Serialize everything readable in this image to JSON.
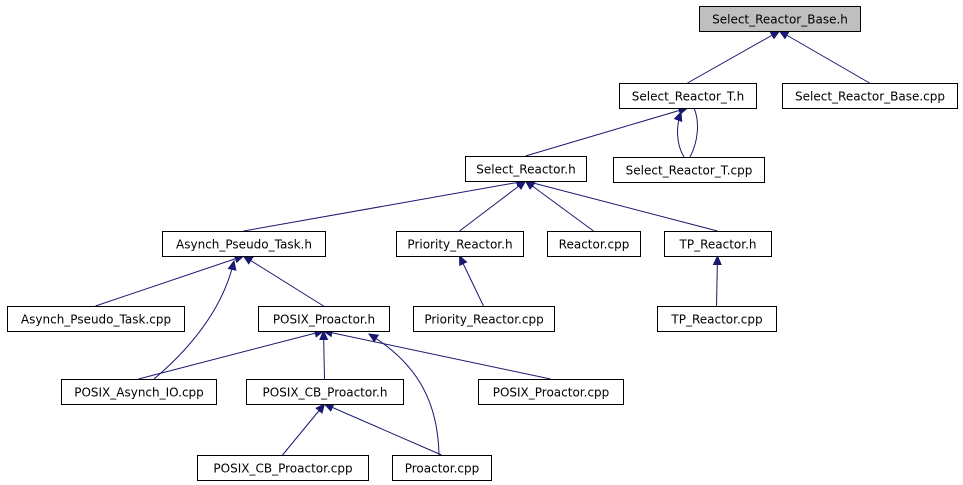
{
  "graph": {
    "edge_color": "#191970",
    "root_fill": "#bfbfbf",
    "nodes": [
      {
        "id": "select_reactor_base_h",
        "label": "Select_Reactor_Base.h",
        "root": true
      },
      {
        "id": "select_reactor_t_h",
        "label": "Select_Reactor_T.h"
      },
      {
        "id": "select_reactor_base_cpp",
        "label": "Select_Reactor_Base.cpp"
      },
      {
        "id": "select_reactor_h",
        "label": "Select_Reactor.h"
      },
      {
        "id": "select_reactor_t_cpp",
        "label": "Select_Reactor_T.cpp"
      },
      {
        "id": "asynch_pseudo_task_h",
        "label": "Asynch_Pseudo_Task.h"
      },
      {
        "id": "priority_reactor_h",
        "label": "Priority_Reactor.h"
      },
      {
        "id": "reactor_cpp",
        "label": "Reactor.cpp"
      },
      {
        "id": "tp_reactor_h",
        "label": "TP_Reactor.h"
      },
      {
        "id": "asynch_pseudo_task_cpp",
        "label": "Asynch_Pseudo_Task.cpp"
      },
      {
        "id": "posix_proactor_h",
        "label": "POSIX_Proactor.h"
      },
      {
        "id": "priority_reactor_cpp",
        "label": "Priority_Reactor.cpp"
      },
      {
        "id": "tp_reactor_cpp",
        "label": "TP_Reactor.cpp"
      },
      {
        "id": "posix_asynch_io_cpp",
        "label": "POSIX_Asynch_IO.cpp"
      },
      {
        "id": "posix_cb_proactor_h",
        "label": "POSIX_CB_Proactor.h"
      },
      {
        "id": "posix_proactor_cpp",
        "label": "POSIX_Proactor.cpp"
      },
      {
        "id": "posix_cb_proactor_cpp",
        "label": "POSIX_CB_Proactor.cpp"
      },
      {
        "id": "proactor_cpp",
        "label": "Proactor.cpp"
      }
    ],
    "edges": [
      {
        "from": "select_reactor_t_h",
        "to": "select_reactor_base_h"
      },
      {
        "from": "select_reactor_base_cpp",
        "to": "select_reactor_base_h"
      },
      {
        "from": "select_reactor_h",
        "to": "select_reactor_t_h"
      },
      {
        "from": "select_reactor_t_cpp",
        "to": "select_reactor_t_h"
      },
      {
        "from": "select_reactor_t_h",
        "to": "select_reactor_t_cpp",
        "no_arrow": true
      },
      {
        "from": "asynch_pseudo_task_h",
        "to": "select_reactor_h"
      },
      {
        "from": "priority_reactor_h",
        "to": "select_reactor_h"
      },
      {
        "from": "reactor_cpp",
        "to": "select_reactor_h"
      },
      {
        "from": "tp_reactor_h",
        "to": "select_reactor_h"
      },
      {
        "from": "asynch_pseudo_task_cpp",
        "to": "asynch_pseudo_task_h"
      },
      {
        "from": "posix_asynch_io_cpp",
        "to": "asynch_pseudo_task_h"
      },
      {
        "from": "posix_proactor_h",
        "to": "asynch_pseudo_task_h"
      },
      {
        "from": "priority_reactor_cpp",
        "to": "priority_reactor_h"
      },
      {
        "from": "tp_reactor_cpp",
        "to": "tp_reactor_h"
      },
      {
        "from": "posix_asynch_io_cpp",
        "to": "posix_proactor_h"
      },
      {
        "from": "posix_cb_proactor_h",
        "to": "posix_proactor_h"
      },
      {
        "from": "posix_proactor_cpp",
        "to": "posix_proactor_h"
      },
      {
        "from": "proactor_cpp",
        "to": "posix_proactor_h"
      },
      {
        "from": "posix_cb_proactor_cpp",
        "to": "posix_cb_proactor_h"
      },
      {
        "from": "proactor_cpp",
        "to": "posix_cb_proactor_h"
      }
    ]
  }
}
